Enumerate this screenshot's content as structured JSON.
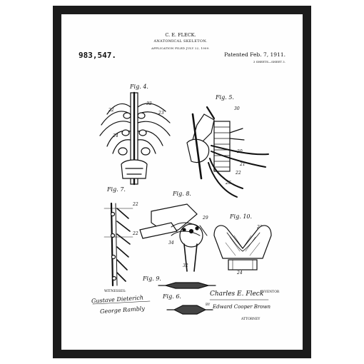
{
  "header": {
    "inventor_name": "C. E. FLECK.",
    "title": "ANATOMICAL SKELETON.",
    "application": "APPLICATION FILED JULY 22, 1909.",
    "patent_number": "983,547.",
    "patented": "Patented Feb. 7, 1911.",
    "sheets": "3 SHEETS—SHEET 3."
  },
  "figures": {
    "fig4": "Fig. 4.",
    "fig5": "Fig. 5.",
    "fig6": "Fig. 6.",
    "fig7": "Fig. 7.",
    "fig8": "Fig. 8.",
    "fig9": "Fig. 9.",
    "fig10": "Fig. 10."
  },
  "labels": [
    "32",
    "23",
    "22",
    "24",
    "30",
    "20",
    "21",
    "22",
    "26",
    "28",
    "29",
    "25",
    "34",
    "22",
    "29",
    "32",
    "22",
    "22",
    "24"
  ],
  "footer": {
    "witnesses": "WITNESSES:",
    "inventor_label": "INVENTOR",
    "by": "BY",
    "attorney": "ATTORNEY",
    "witness_sig_1": "Gustave Dieterich",
    "witness_sig_2": "George Rambly",
    "inventor_sig": "Charles E. Fleck",
    "attorney_sig": "Edward Cooper Brown"
  },
  "colors": {
    "frame": "#1b1b1b",
    "mat": "#fefefe",
    "ink": "#111111"
  }
}
